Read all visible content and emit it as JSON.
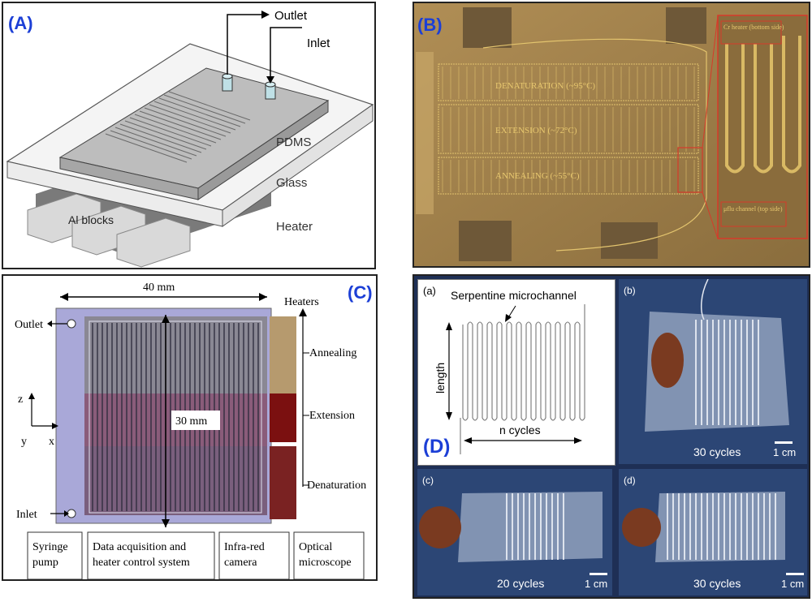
{
  "panelA": {
    "label": "(A)",
    "outlet": "Outlet",
    "inlet": "Inlet",
    "pdms": "PDMS",
    "glass": "Glass",
    "heater": "Heater",
    "blocks": "Al blocks"
  },
  "panelB": {
    "label": "(B)",
    "denaturation": "DENATURATION (~95°C)",
    "extension": "EXTENSION (~72°C)",
    "annealing": "ANNEALING (~55°C)",
    "inset_top": "Cr heater (bottom side)",
    "inset_bottom": "μflu channel (top side)"
  },
  "panelC": {
    "label": "(C)",
    "width_dim": "40 mm",
    "height_dim": "30 mm",
    "outlet": "Outlet",
    "inlet": "Inlet",
    "heaters": "Heaters",
    "annealing": "Annealing",
    "extension": "Extension",
    "denaturation": "Denaturation",
    "axis_z": "z",
    "axis_y": "y",
    "axis_x": "x",
    "box1": [
      "Syringe",
      "pump"
    ],
    "box2": [
      "Data acquisition and",
      "heater control system"
    ],
    "box3": [
      "Infra-red",
      "camera"
    ],
    "box4": [
      "Optical",
      "microscope"
    ]
  },
  "panelD": {
    "label": "(D)",
    "a_label": "(a)",
    "title": "Serpentine microchannel",
    "length": "length",
    "cycles": "n cycles",
    "b_label": "(b)",
    "b_caption": "30 cycles",
    "c_label": "(c)",
    "c_caption": "20 cycles",
    "d_label": "(d)",
    "d_caption": "30 cycles",
    "scale": "1 cm"
  }
}
